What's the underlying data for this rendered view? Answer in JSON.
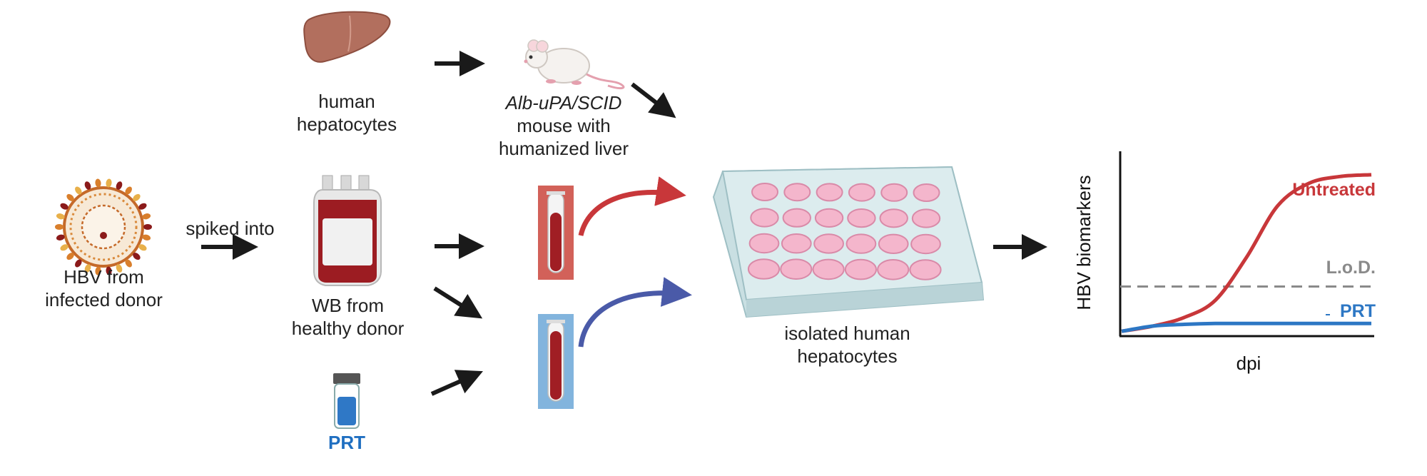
{
  "labels": {
    "hbv_line1": "HBV from",
    "hbv_line2": "infected donor",
    "spiked": "spiked into",
    "hep_line1": "human",
    "hep_line2": "hepatocytes",
    "mouse_line1": "Alb-uPA/SCID",
    "mouse_line2": "mouse with",
    "mouse_line3": "humanized liver",
    "wb_line1": "WB from",
    "wb_line2": "healthy donor",
    "prt_vial": "PRT",
    "plate_line1": "isolated human",
    "plate_line2": "hepatocytes"
  },
  "colors": {
    "untreated": "#c8373a",
    "prt": "#2d77c4",
    "blood": "#a01e24",
    "plate_well": "#f4b6cc",
    "plate_body": "#d7e8ea"
  },
  "chart_data": {
    "type": "line",
    "xlabel": "dpi",
    "ylabel": "HBV biomarkers",
    "series": [
      {
        "name": "Untreated",
        "values": [
          0.02,
          0.05,
          0.1,
          0.2,
          0.45,
          0.75,
          0.88,
          0.92,
          0.93
        ]
      },
      {
        "name": "PRT",
        "values": [
          0.02,
          0.05,
          0.06,
          0.065,
          0.065,
          0.065,
          0.065,
          0.065,
          0.065
        ]
      }
    ],
    "x": [
      0,
      1,
      2,
      3,
      4,
      5,
      6,
      7,
      8
    ],
    "threshold": {
      "label": "L.o.D.",
      "value": 0.28
    },
    "grid": false
  }
}
